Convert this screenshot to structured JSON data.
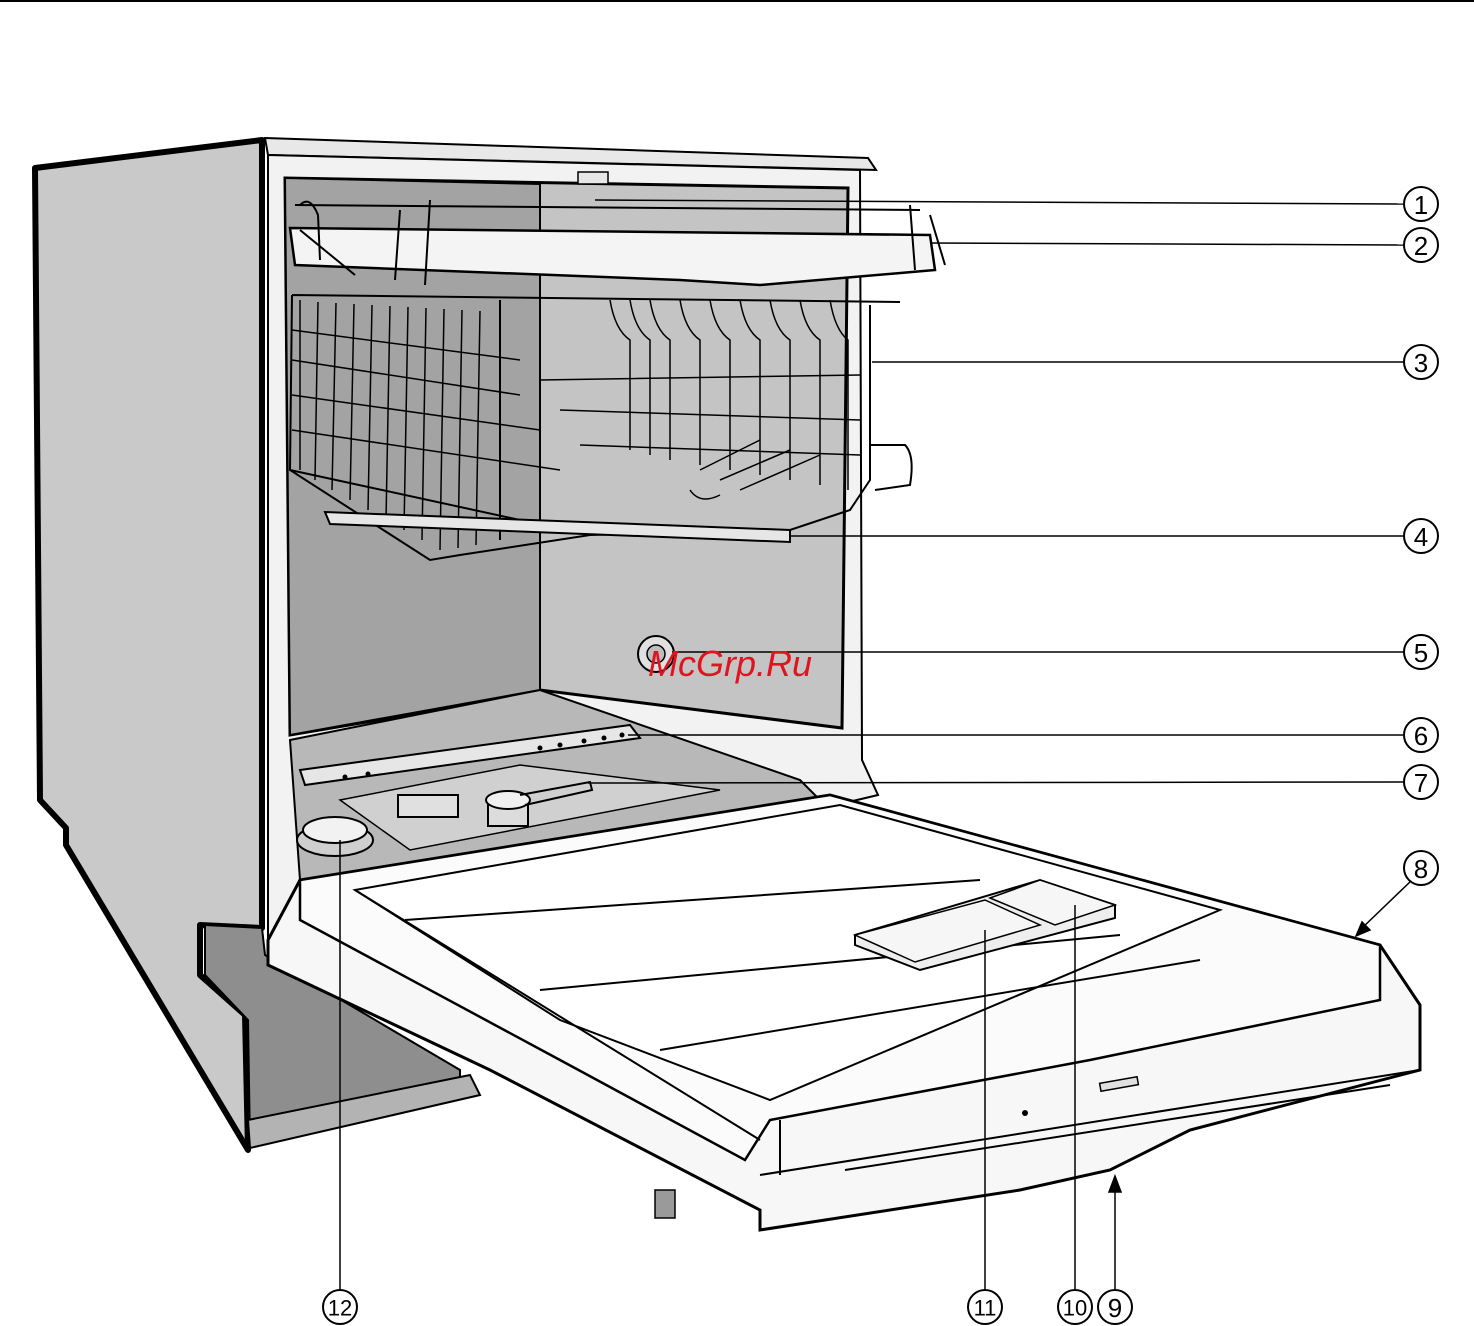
{
  "figure": {
    "callouts": [
      {
        "id": "1",
        "label": "1"
      },
      {
        "id": "2",
        "label": "2"
      },
      {
        "id": "3",
        "label": "3"
      },
      {
        "id": "4",
        "label": "4"
      },
      {
        "id": "5",
        "label": "5"
      },
      {
        "id": "6",
        "label": "6"
      },
      {
        "id": "7",
        "label": "7"
      },
      {
        "id": "8",
        "label": "8"
      },
      {
        "id": "9",
        "label": "9"
      },
      {
        "id": "10",
        "label": "10"
      },
      {
        "id": "11",
        "label": "11"
      },
      {
        "id": "12",
        "label": "12"
      }
    ],
    "watermark": "McGrp.Ru"
  },
  "colors": {
    "cabinet_gray": "#c9c9c9",
    "tub_dark": "#a3a3a3",
    "tub_light": "#c4c4c4",
    "door_fill": "#f7f7f7",
    "watermark": "#e0141e"
  }
}
